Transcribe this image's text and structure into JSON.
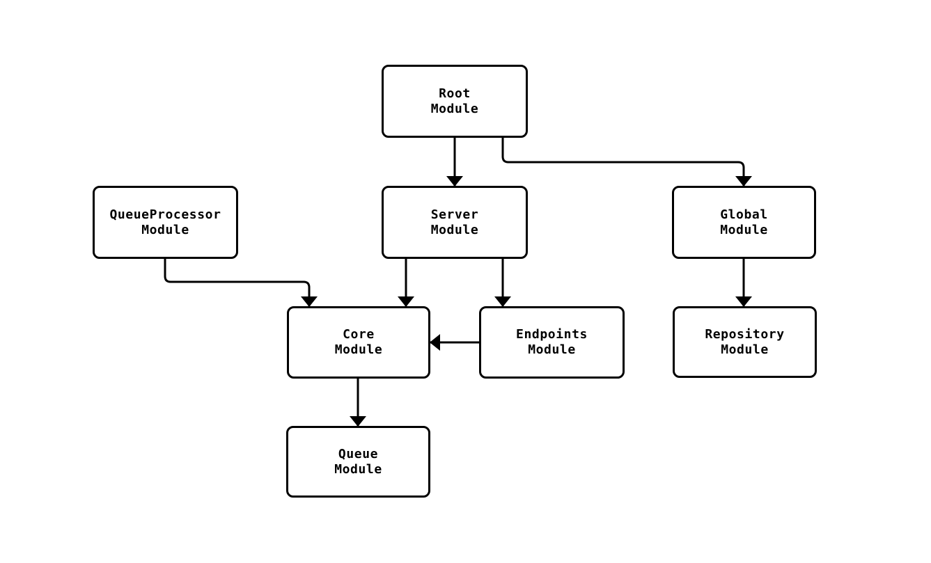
{
  "diagram": {
    "type": "flowchart",
    "background_color": "#ffffff",
    "node_fill_color": "#ffffff",
    "node_border_color": "#000000",
    "edge_color": "#000000",
    "text_color": "#000000",
    "nodes": [
      {
        "id": "root",
        "lines": [
          "Root",
          "Module"
        ]
      },
      {
        "id": "queueprocessor",
        "lines": [
          "QueueProcessor",
          "Module"
        ]
      },
      {
        "id": "server",
        "lines": [
          "Server",
          "Module"
        ]
      },
      {
        "id": "global",
        "lines": [
          "Global",
          "Module"
        ]
      },
      {
        "id": "core",
        "lines": [
          "Core",
          "Module"
        ]
      },
      {
        "id": "endpoints",
        "lines": [
          "Endpoints",
          "Module"
        ]
      },
      {
        "id": "repository",
        "lines": [
          "Repository",
          "Module"
        ]
      },
      {
        "id": "queue",
        "lines": [
          "Queue",
          "Module"
        ]
      }
    ],
    "edges": [
      {
        "from": "Root Module",
        "to": "Server Module"
      },
      {
        "from": "Root Module",
        "to": "Global Module"
      },
      {
        "from": "QueueProcessor Module",
        "to": "Core Module"
      },
      {
        "from": "Server Module",
        "to": "Core Module"
      },
      {
        "from": "Server Module",
        "to": "Endpoints Module"
      },
      {
        "from": "Endpoints Module",
        "to": "Core Module"
      },
      {
        "from": "Global Module",
        "to": "Repository Module"
      },
      {
        "from": "Core Module",
        "to": "Queue Module"
      }
    ]
  }
}
